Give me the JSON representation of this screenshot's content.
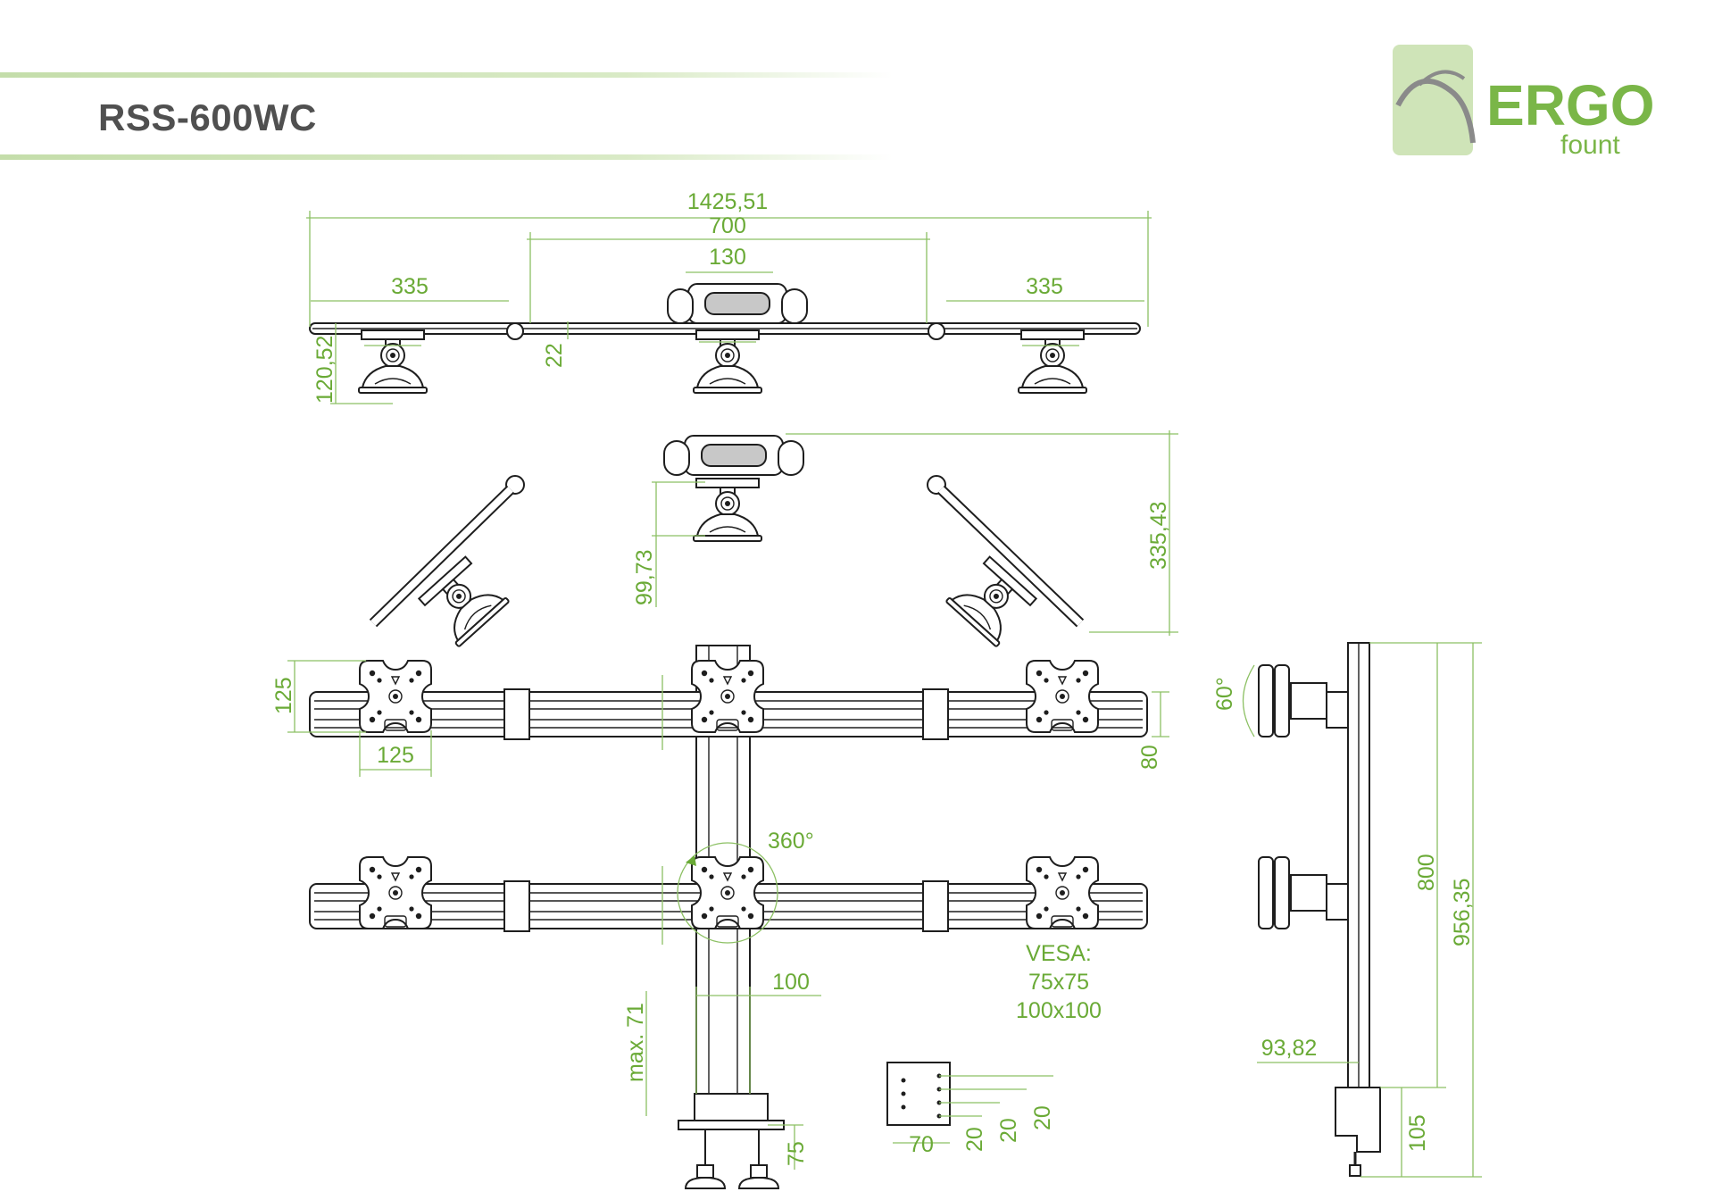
{
  "product": {
    "model": "RSS-600WC"
  },
  "brand": {
    "name": "ERGO",
    "sub": "fount",
    "color": "#7ab648",
    "badge_color": "#cfe4b8"
  },
  "colors": {
    "dimension": "#6aaa36",
    "band": "#c9e0b0",
    "outline": "#1e1e1e"
  },
  "dimensions": {
    "overall_width": "1425,51",
    "center_span": "700",
    "center_width": "130",
    "left_arm": "335",
    "right_arm": "335",
    "arm_height": "120,52",
    "beam_gap": "22",
    "angled_depth": "335,43",
    "angled_offset": "99,73",
    "plate_height": "125",
    "plate_width": "125",
    "beam_height": "80",
    "rotation": "360°",
    "tilt": "60°",
    "pole_height": "800",
    "total_height": "956,35",
    "side_offset": "93,82",
    "clamp_height": "105",
    "pole_width": "100",
    "clamp_max": "max. 71",
    "clamp_depth": "75",
    "vesa_plate_width": "70",
    "hole_spacing_1": "20",
    "hole_spacing_2": "20",
    "hole_spacing_3": "20"
  },
  "vesa": {
    "label": "VESA:",
    "size_1": "75x75",
    "size_2": "100x100"
  }
}
